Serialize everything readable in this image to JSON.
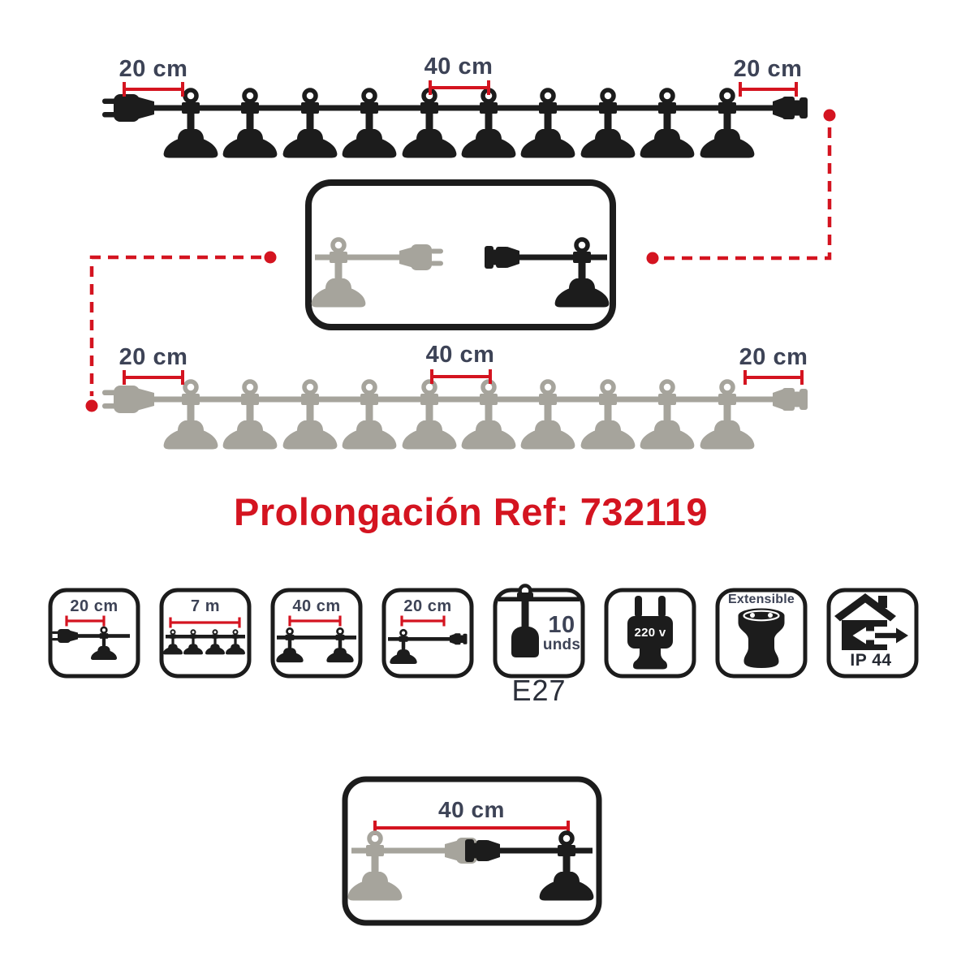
{
  "title": "Prolongación Ref: 732119",
  "measurements": {
    "black_string": {
      "left": "20 cm",
      "middle": "40 cm",
      "right": "20 cm"
    },
    "gray_string": {
      "left": "20 cm",
      "middle": "40 cm",
      "right": "20 cm"
    },
    "detail_box": {
      "label": "40 cm"
    }
  },
  "spec_icons": {
    "plug_spacing": "20 cm",
    "total_length": "7 m",
    "bulb_spacing": "40 cm",
    "end_spacing": "20 cm",
    "bulb_count": "10",
    "bulb_count_unit": "unds",
    "socket_type": "E27",
    "voltage": "220 v",
    "extensible": "Extensible",
    "ip_rating": "IP 44"
  },
  "colors": {
    "accent_red": "#d41420",
    "label_dark": "#3d4356",
    "string_black": "#1c1c1c",
    "string_gray": "#a6a49c"
  }
}
